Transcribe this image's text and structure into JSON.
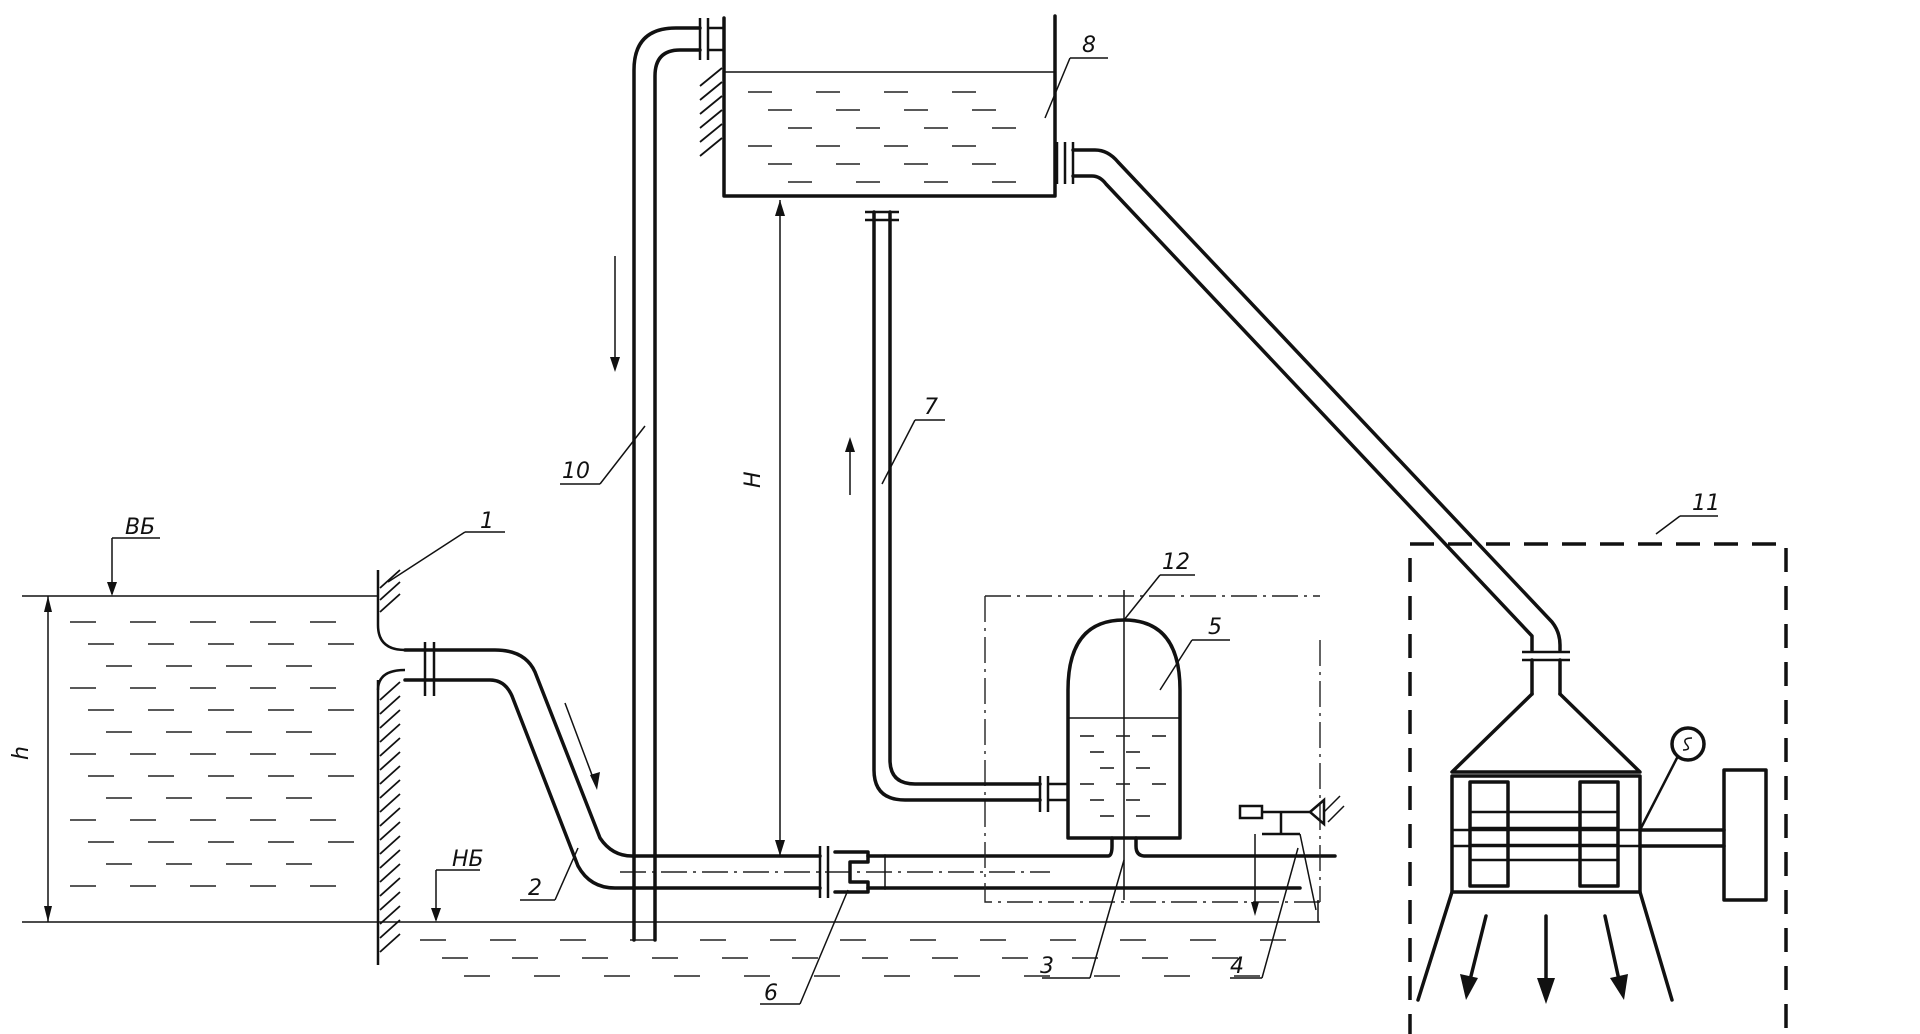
{
  "labels": {
    "n1": "1",
    "n2": "2",
    "n3": "3",
    "n4": "4",
    "n5": "5",
    "n6": "6",
    "n7": "7",
    "n8": "8",
    "n10": "10",
    "n11": "11",
    "n12": "12",
    "upper_level": "ВБ",
    "lower_level": "НБ",
    "head_small": "h",
    "head_big": "H"
  },
  "colors": {
    "ink": "#111111",
    "background": "#ffffff"
  }
}
